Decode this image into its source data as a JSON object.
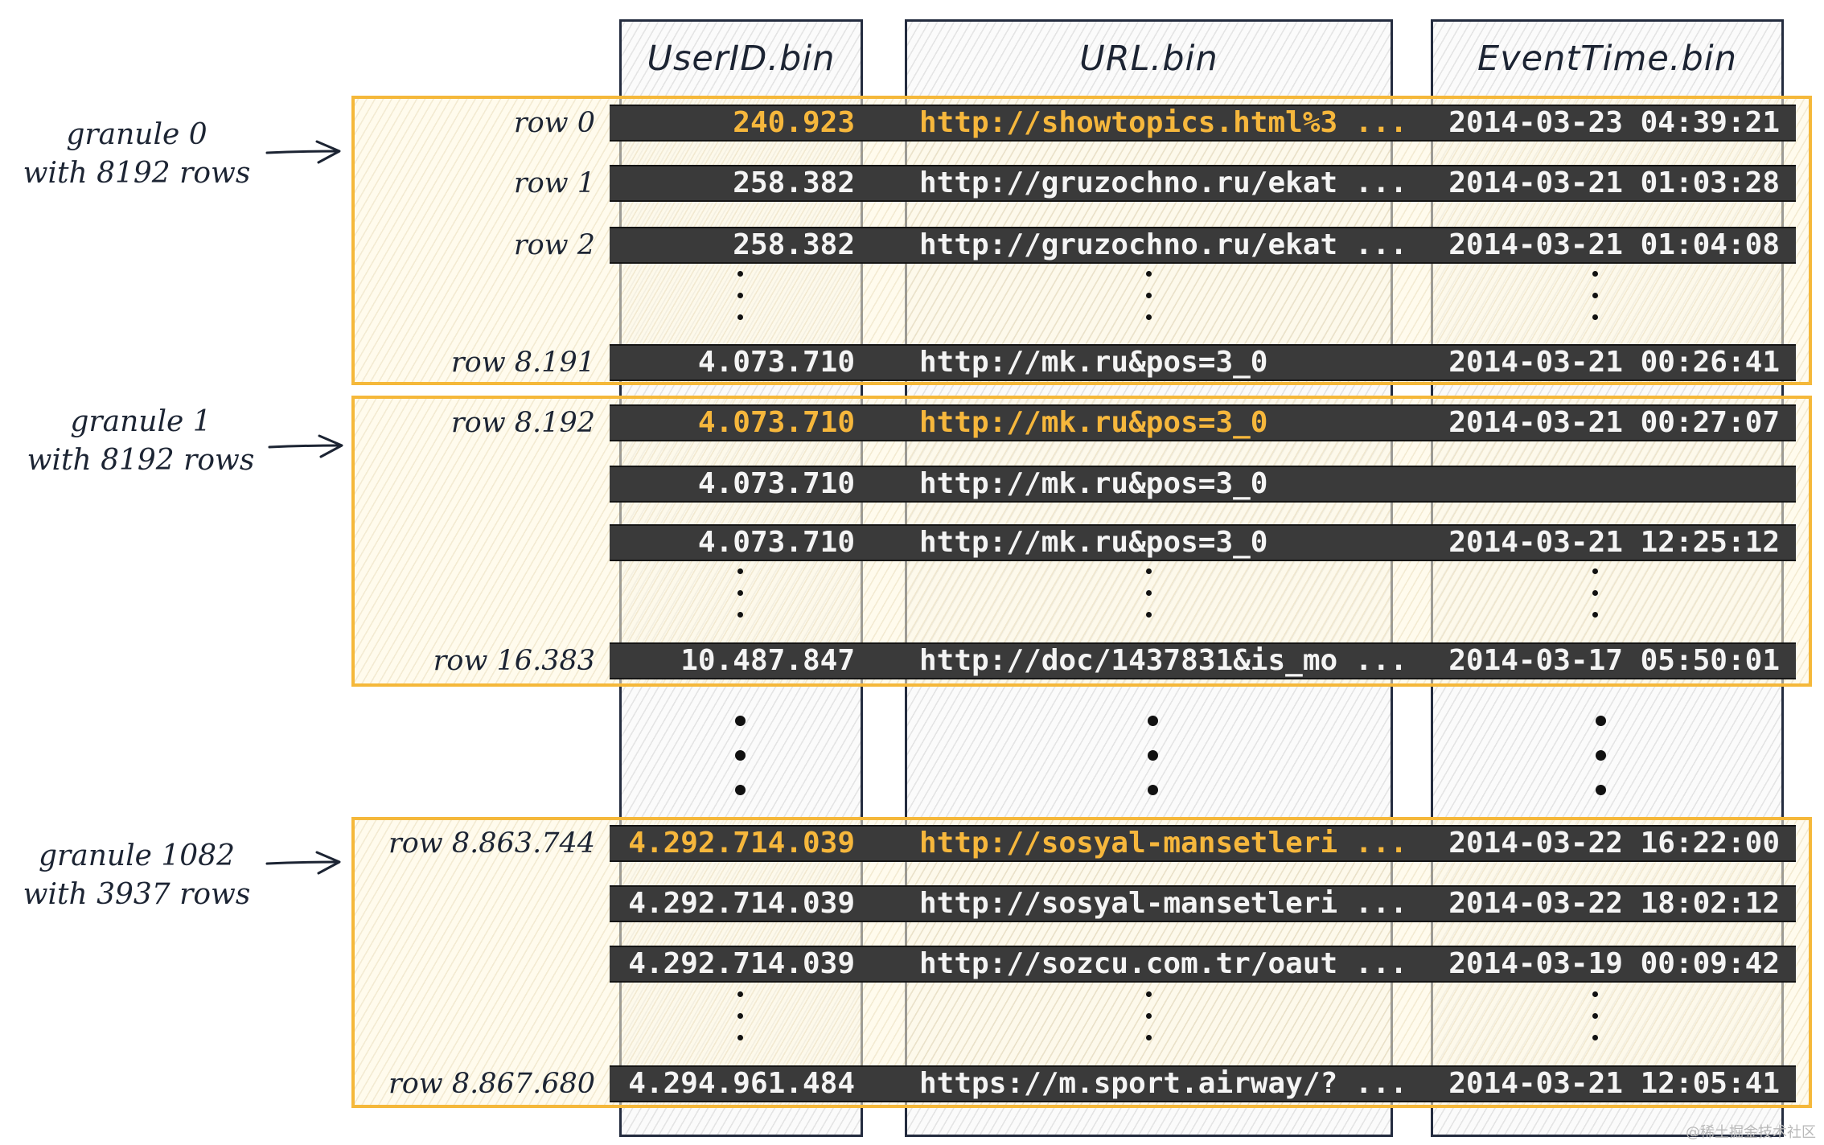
{
  "columns": {
    "userid": "UserID.bin",
    "url": "URL.bin",
    "eventtime": "EventTime.bin"
  },
  "granules": [
    {
      "label_line1": "granule 0",
      "label_line2": "with 8192 rows",
      "rows": [
        {
          "label": "row 0",
          "userid": "240.923",
          "url": "http://showtopics.html%3 ...",
          "time": "2014-03-23 04:39:21",
          "highlight": true
        },
        {
          "label": "row 1",
          "userid": "258.382",
          "url": "http://gruzochno.ru/ekat ...",
          "time": "2014-03-21 01:03:28",
          "highlight": false
        },
        {
          "label": "row 2",
          "userid": "258.382",
          "url": "http://gruzochno.ru/ekat ...",
          "time": "2014-03-21 01:04:08",
          "highlight": false
        },
        {
          "label": "row 8.191",
          "userid": "4.073.710",
          "url": "http://mk.ru&pos=3_0",
          "time": "2014-03-21 00:26:41",
          "highlight": false
        }
      ]
    },
    {
      "label_line1": "granule 1",
      "label_line2": "with 8192 rows",
      "rows": [
        {
          "label": "row 8.192",
          "userid": "4.073.710",
          "url": "http://mk.ru&pos=3_0",
          "time": "2014-03-21 00:27:07",
          "highlight": true
        },
        {
          "label": "",
          "userid": "4.073.710",
          "url": "http://mk.ru&pos=3_0",
          "time": "",
          "highlight": false
        },
        {
          "label": "",
          "userid": "4.073.710",
          "url": "http://mk.ru&pos=3_0",
          "time": "2014-03-21 12:25:12",
          "highlight": false
        },
        {
          "label": "row 16.383",
          "userid": "10.487.847",
          "url": "http://doc/1437831&is_mo ...",
          "time": "2014-03-17 05:50:01",
          "highlight": false
        }
      ]
    },
    {
      "label_line1": "granule 1082",
      "label_line2": "with 3937 rows",
      "rows": [
        {
          "label": "row 8.863.744",
          "userid": "4.292.714.039",
          "url": "http://sosyal-mansetleri ...",
          "time": "2014-03-22 16:22:00",
          "highlight": true
        },
        {
          "label": "",
          "userid": "4.292.714.039",
          "url": "http://sosyal-mansetleri ...",
          "time": "2014-03-22 18:02:12",
          "highlight": false
        },
        {
          "label": "",
          "userid": "4.292.714.039",
          "url": "http://sozcu.com.tr/oaut ...",
          "time": "2014-03-19 00:09:42",
          "highlight": false
        },
        {
          "label": "row 8.867.680",
          "userid": "4.294.961.484",
          "url": "https://m.sport.airway/? ...",
          "time": "2014-03-21 12:05:41",
          "highlight": false
        }
      ]
    }
  ],
  "colors": {
    "highlight": "#f6b73c",
    "granule_border": "#f5b83a",
    "row_bg": "#3a3a3a",
    "ink": "#1c2433"
  },
  "watermark": "@稀土掘金技术社区"
}
